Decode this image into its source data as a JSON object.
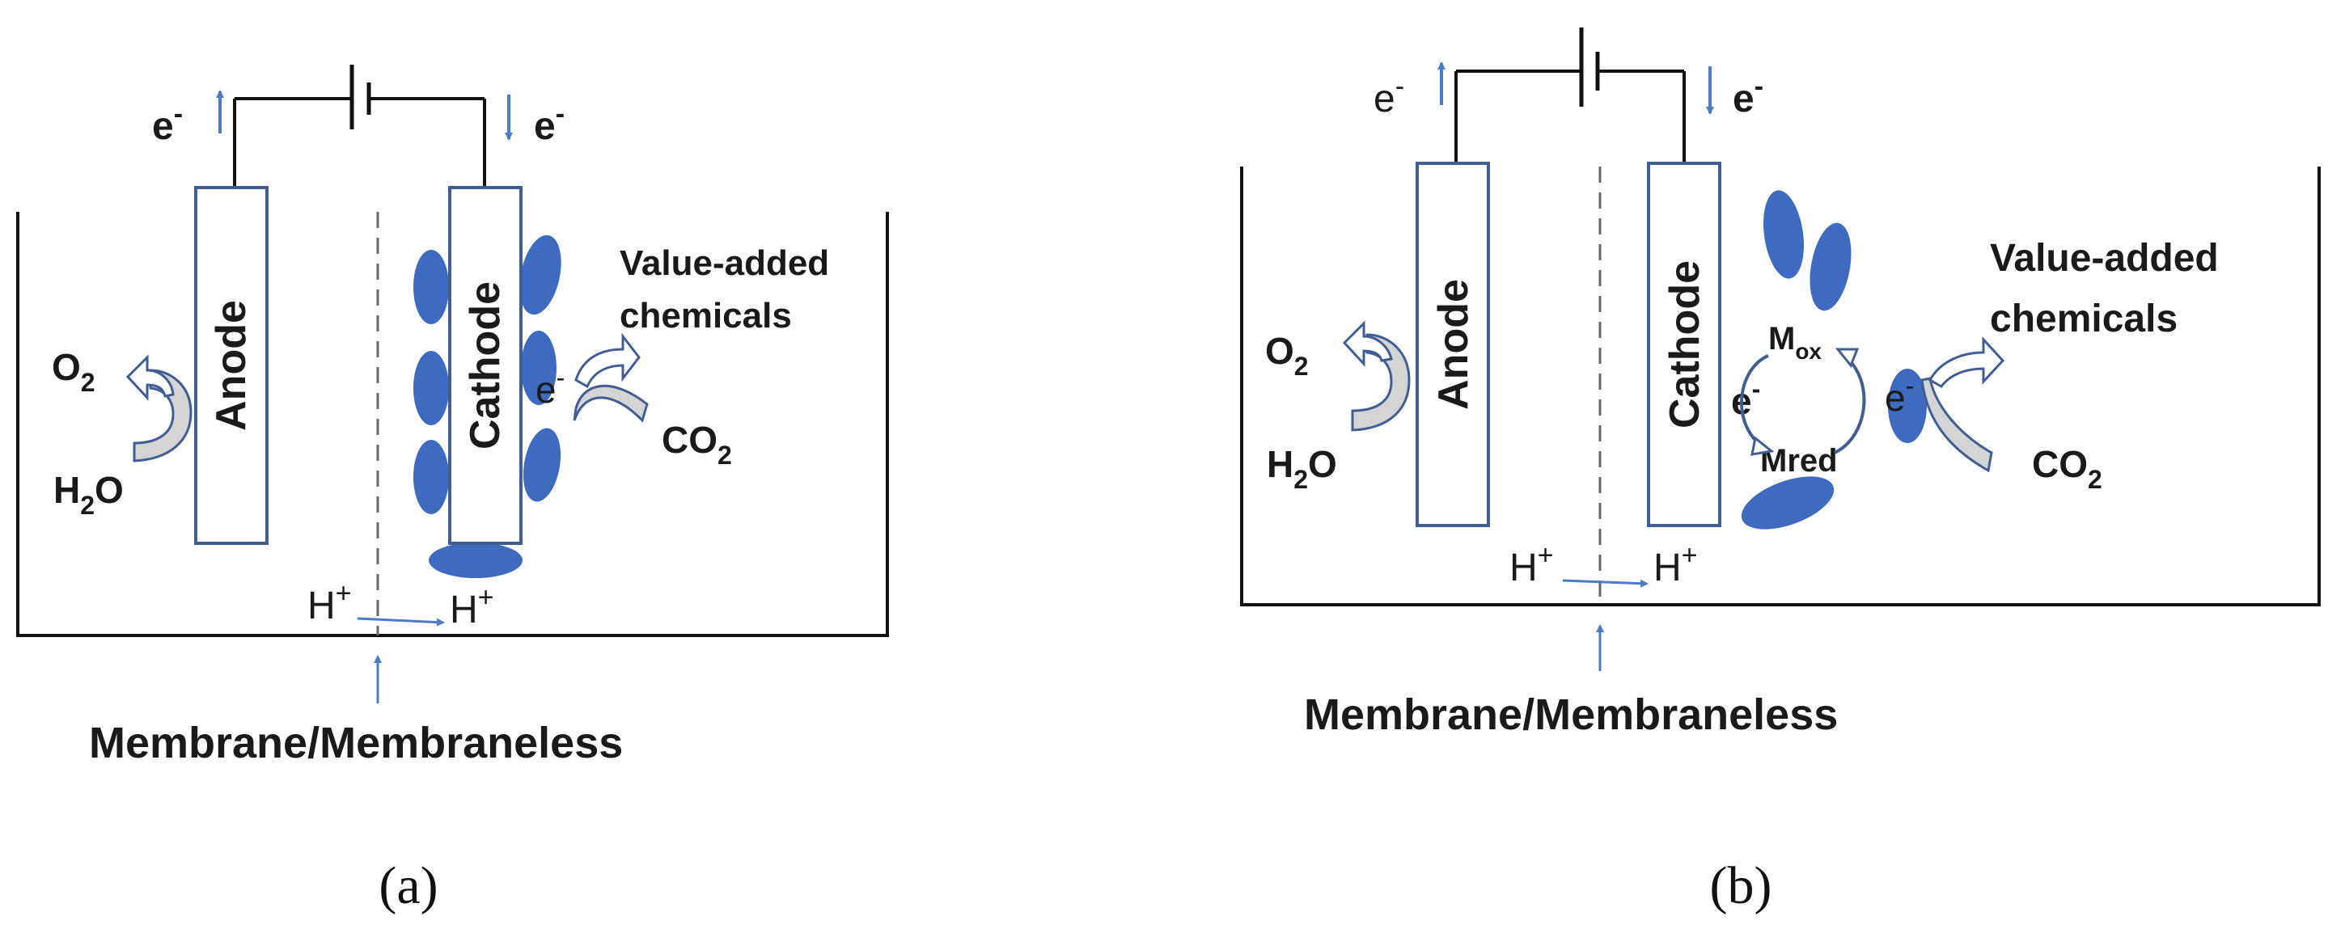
{
  "colors": {
    "electrode_stroke": "#3f5e93",
    "cell_blue": "#3e6bbf",
    "arrow_blue": "#4a7cc7",
    "wall": "#111111",
    "curved_arrow_fill": "#d4d4d4",
    "curved_arrow_stroke": "#3f5e93"
  },
  "panel_a": {
    "electron_left": "e",
    "electron_right": "e",
    "electron_charge": "-",
    "anode": "Anode",
    "cathode": "Cathode",
    "value_added_line1": "Value-added",
    "value_added_line2": "chemicals",
    "o2_main": "O",
    "o2_sub": "2",
    "h2o_main_h": "H",
    "h2o_sub": "2",
    "h2o_main_o": "O",
    "co2_main": "CO",
    "co2_sub": "2",
    "electron_cathode": "e",
    "electron_cathode_charge": "-",
    "proton_left": "H",
    "proton_right": "H",
    "proton_charge": "+",
    "membrane": "Membrane/Membraneless",
    "caption": "(a)"
  },
  "panel_b": {
    "electron_left": "e",
    "electron_right": "e",
    "electron_charge": "-",
    "anode": "Anode",
    "cathode": "Cathode",
    "value_added_line1": "Value-added",
    "value_added_line2": "chemicals",
    "o2_main": "O",
    "o2_sub": "2",
    "h2o_main_h": "H",
    "h2o_sub": "2",
    "h2o_main_o": "O",
    "co2_main": "CO",
    "co2_sub": "2",
    "m_ox_main": "M",
    "m_ox_sub": "ox",
    "m_red": "Mred",
    "mediator_electron": "e",
    "mediator_electron_charge": "-",
    "cell_electron": "e",
    "cell_electron_charge": "-",
    "proton_left": "H",
    "proton_right": "H",
    "proton_charge": "+",
    "membrane": "Membrane/Membraneless",
    "caption": "(b)"
  }
}
